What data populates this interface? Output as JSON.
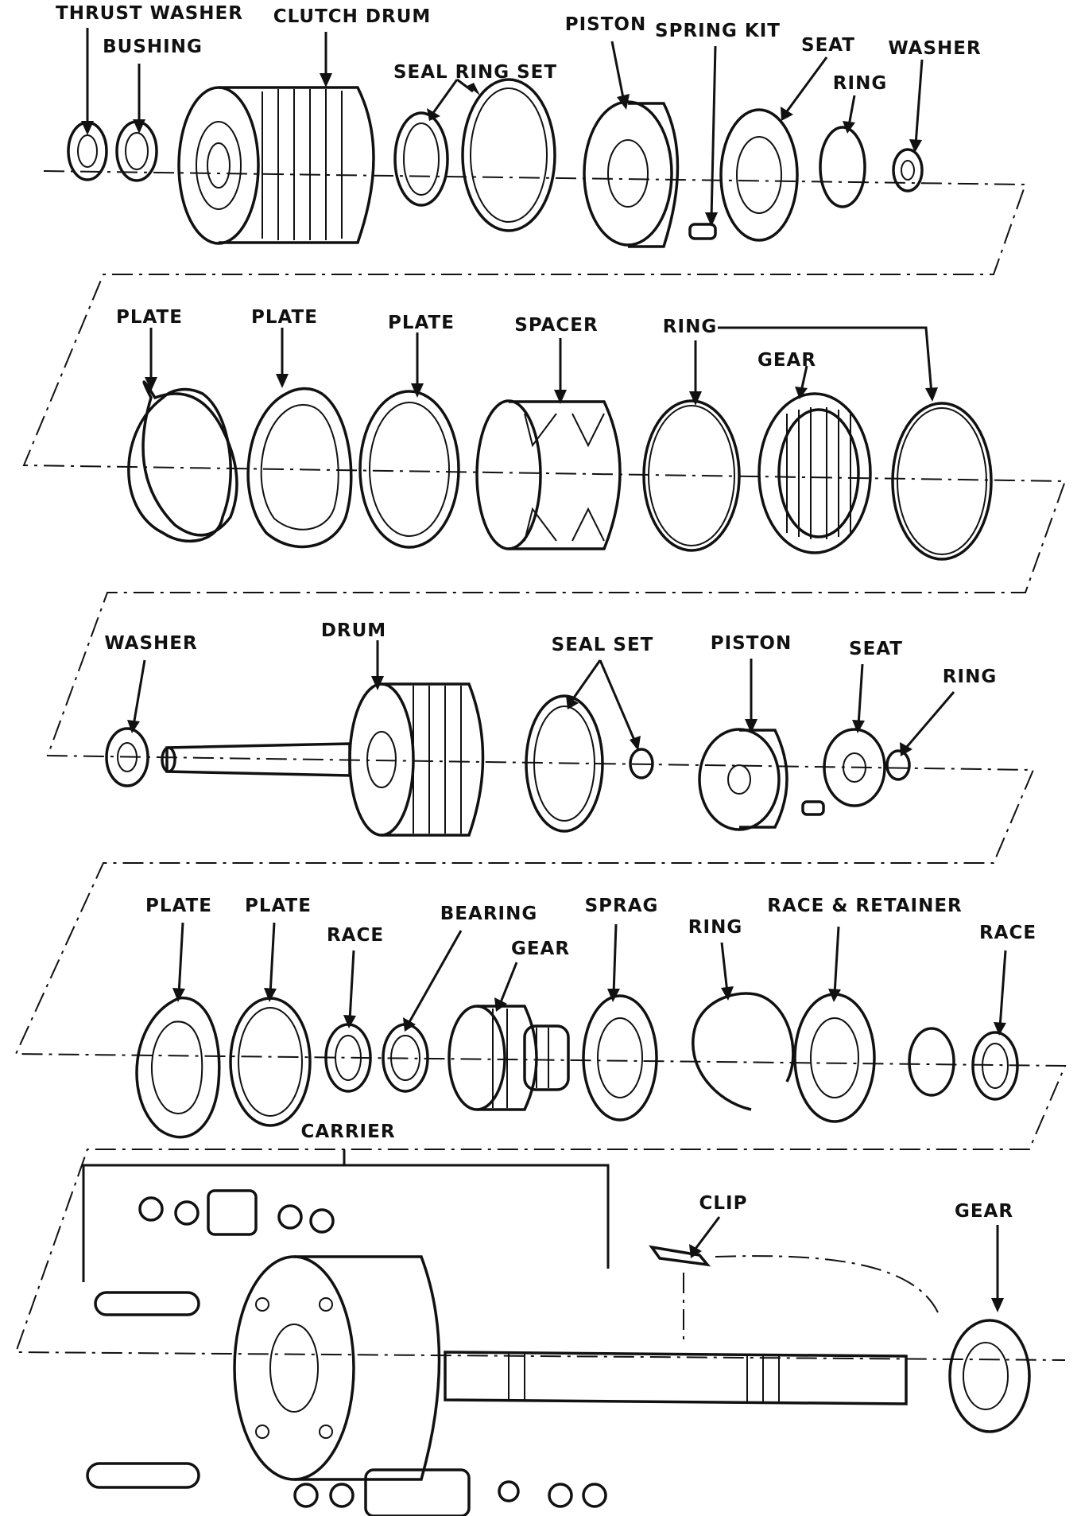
{
  "colors": {
    "ink": "#111111",
    "paper": "#ffffff"
  },
  "labels": {
    "row1": {
      "thrust_washer": "THRUST WASHER",
      "bushing": "BUSHING",
      "clutch_drum": "CLUTCH DRUM",
      "seal_ring_set": "SEAL RING SET",
      "piston": "PISTON",
      "spring_kit": "SPRING KIT",
      "seat": "SEAT",
      "ring": "RING",
      "washer": "WASHER"
    },
    "row2": {
      "plate_1": "PLATE",
      "plate_2": "PLATE",
      "plate_3": "PLATE",
      "spacer": "SPACER",
      "ring": "RING",
      "gear": "GEAR"
    },
    "row3": {
      "washer": "WASHER",
      "drum": "DRUM",
      "seal_set": "SEAL SET",
      "piston": "PISTON",
      "seat": "SEAT",
      "ring": "RING"
    },
    "row4": {
      "plate_1": "PLATE",
      "plate_2": "PLATE",
      "race_1": "RACE",
      "bearing": "BEARING",
      "gear": "GEAR",
      "sprag": "SPRAG",
      "ring": "RING",
      "race_retainer": "RACE & RETAINER",
      "race_2": "RACE"
    },
    "row5": {
      "carrier": "CARRIER",
      "clip": "CLIP",
      "gear": "GEAR"
    }
  }
}
